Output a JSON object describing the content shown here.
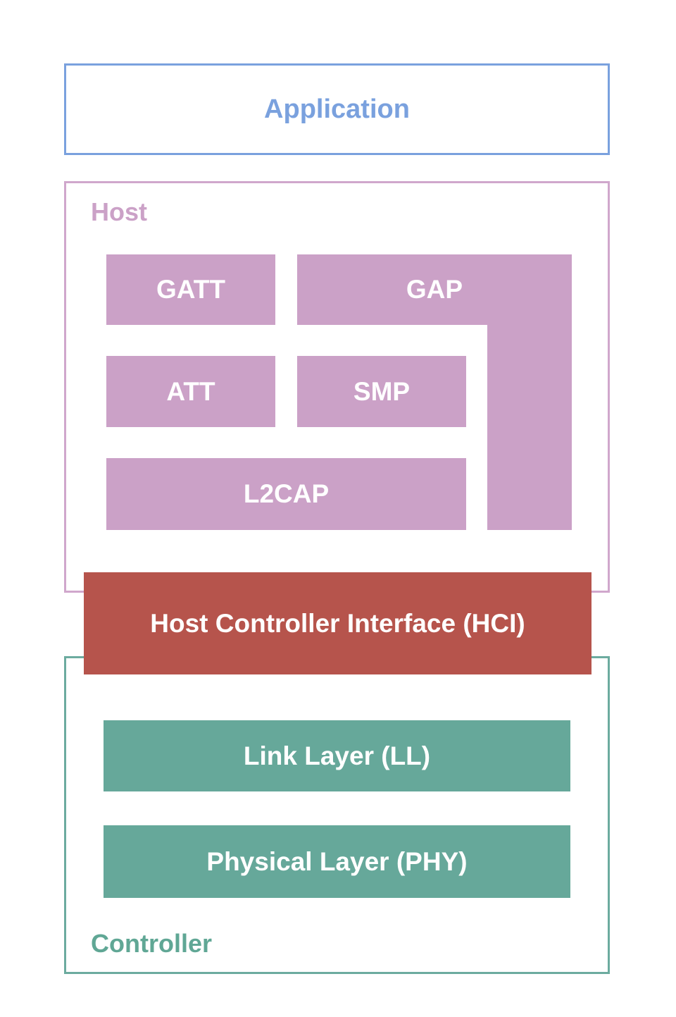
{
  "application": {
    "label": "Application"
  },
  "host": {
    "label": "Host",
    "blocks": {
      "gatt": "GATT",
      "gap": "GAP",
      "att": "ATT",
      "smp": "SMP",
      "l2cap": "L2CAP"
    }
  },
  "hci": {
    "label": "Host Controller Interface (HCI)"
  },
  "controller": {
    "label": "Controller",
    "blocks": {
      "ll": "Link Layer (LL)",
      "phy": "Physical Layer (PHY)"
    }
  },
  "colors": {
    "application_blue": "#7aa1de",
    "host_mauve_fill": "#cba1c7",
    "host_mauve_border": "#d0a7cc",
    "hci_red": "#b6544c",
    "controller_teal_fill": "#66a89a",
    "controller_teal_border": "#6cab9f",
    "controller_label_teal": "#60a795",
    "block_text": "#ffffff",
    "background": "#ffffff"
  }
}
